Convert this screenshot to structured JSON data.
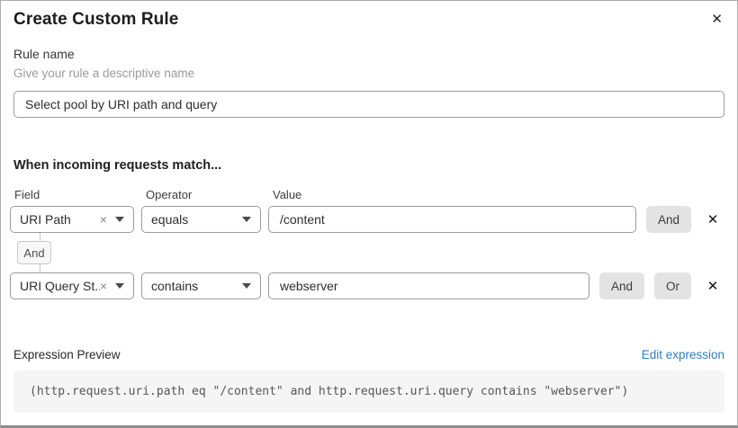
{
  "dialog": {
    "title": "Create Custom Rule",
    "close_icon": "✕"
  },
  "rule_name": {
    "label": "Rule name",
    "hint": "Give your rule a descriptive name",
    "value": "Select pool by URI path and query"
  },
  "match": {
    "heading": "When incoming requests match...",
    "columns": {
      "field": "Field",
      "operator": "Operator",
      "value": "Value"
    },
    "rows": [
      {
        "field": "URI Path",
        "operator": "equals",
        "value": "/content"
      },
      {
        "field": "URI Query St...",
        "operator": "contains",
        "value": "webserver"
      }
    ],
    "connector_label": "And",
    "and_label": "And",
    "or_label": "Or",
    "clear_icon": "×",
    "remove_icon": "✕"
  },
  "expression": {
    "label": "Expression Preview",
    "edit_link": "Edit expression",
    "preview": "(http.request.uri.path eq \"/content\" and http.request.uri.query contains \"webserver\")"
  },
  "colors": {
    "link_blue": "#2f7cbf",
    "button_gray": "#e3e3e3",
    "code_background": "#f5f5f5",
    "input_border": "#9b9b9b"
  }
}
